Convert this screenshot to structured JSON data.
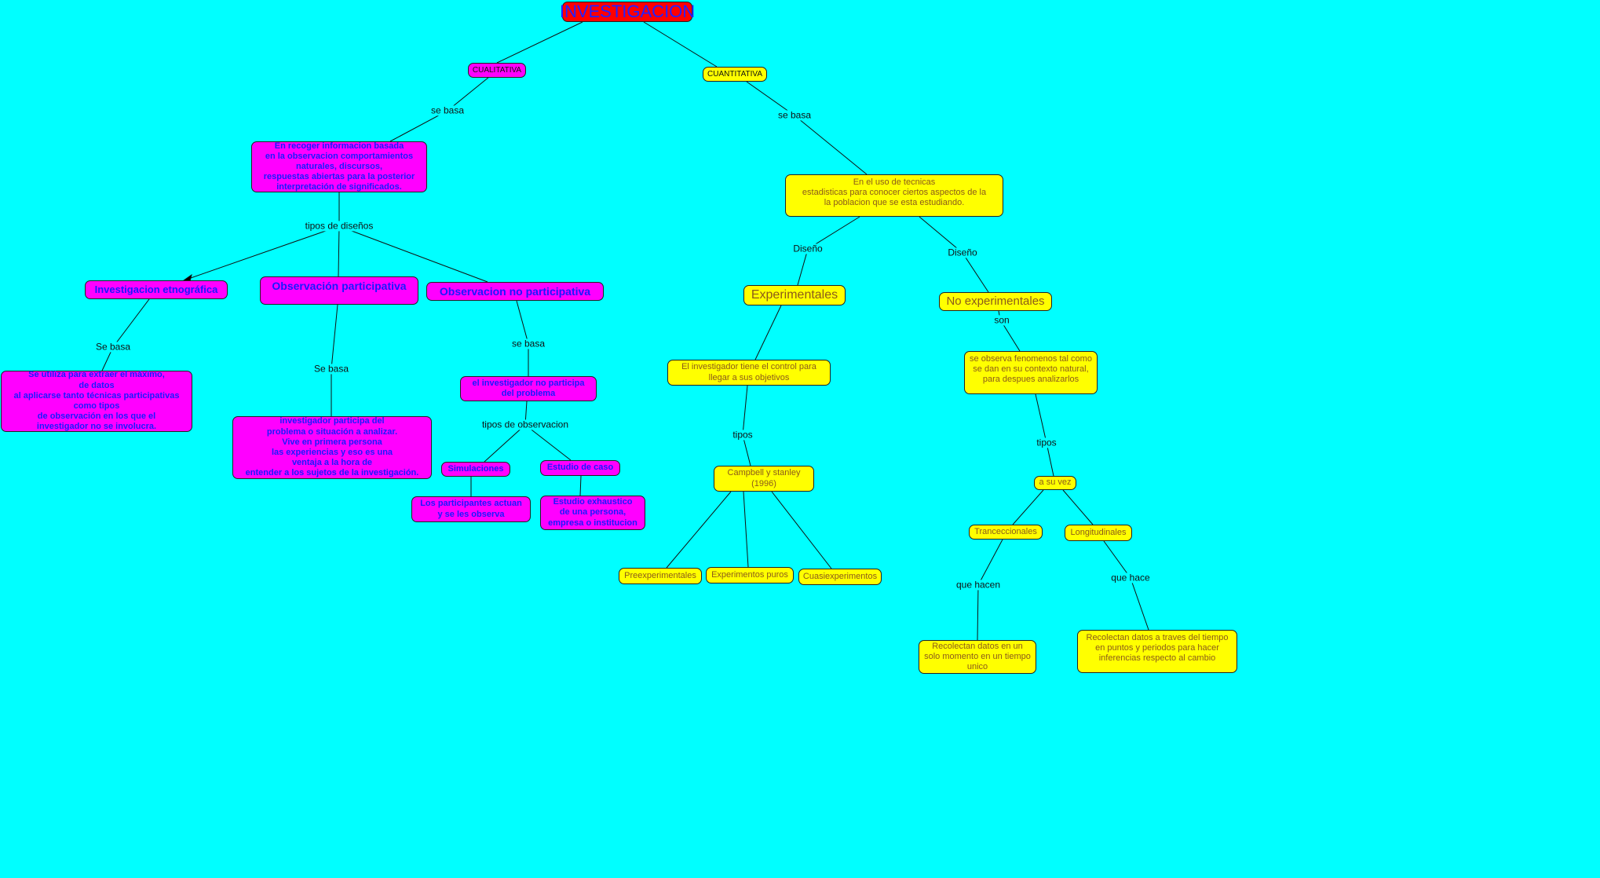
{
  "colors": {
    "background": "#00ffff",
    "root": "#ff0000",
    "qualitative": "#ff00ff",
    "quantitative": "#ffff00",
    "qualitative_text": "#1a1aff",
    "quantitative_text": "#8b5a1a"
  },
  "nodes": {
    "root": "INVESTIGACION",
    "cualitativa": "CUALITATIVA",
    "cuantitativa": "CUANTITATIVA",
    "cual_desc": "En recoger informacion basada\nen la observacion comportamientos\nnaturales, discursos,\nrespuestas abiertas para la posterior\ninterpretación de significados.",
    "etnografica": "Investigacion etnográfica",
    "obs_part": "Observación participativa",
    "obs_nopart": "Observacion no participativa",
    "etno_desc": "Se utiliza para extraer el máximo,\nde datos\nal aplicarse tanto técnicas participativas\ncomo tipos\nde observación en los que el\ninvestigador no se involucra.",
    "part_desc": "investigador participa del\nproblema o situación a analizar.\nVive en primera persona\nlas experiencias y eso es una\nventaja a la hora de\nentender a los sujetos de la investigación.",
    "nopart_desc": "el investigador no participa\ndel problema",
    "simulaciones": "Simulaciones",
    "estudio_caso": "Estudio de caso",
    "sim_desc": "Los participantes actuan\ny se les observa",
    "caso_desc": "Estudio exhaustico\nde una persona,\nempresa o institucion",
    "cuant_desc": "En el uso de tecnicas\nestadisticas para conocer ciertos aspectos de la\nla poblacion que se esta estudiando.",
    "experimentales": "Experimentales",
    "no_experimentales": "No experimentales",
    "exp_desc": "El investigador tiene el control para\nllegar a sus objetivos",
    "noexp_desc": "se observa fenomenos tal como\nse dan en su contexto natural,\npara despues analizarlos",
    "campbell": "Campbell y stanley\n(1996)",
    "preexp": "Preexperimentales",
    "puros": "Experimentos puros",
    "cuasi": "Cuasiexperimentos",
    "a_su_vez": "a su vez",
    "trans": "Tranceccionales",
    "longi": "Longitudinales",
    "trans_desc": "Recolectan datos en un\nsolo momento en un tiempo\nunico",
    "longi_desc": "Recolectan datos a traves del tiempo\nen puntos y periodos para hacer\ninferencias respecto al cambio"
  },
  "links": {
    "se_basa_1": "se basa",
    "se_basa_2": "se basa",
    "tipos_disenos": "tipos de diseños",
    "se_basa_3": "Se basa",
    "se_basa_4": "Se basa",
    "se_basa_5": "se basa",
    "tipos_obs": "tipos de observacion",
    "diseno_1": "Diseño",
    "diseno_2": "Diseño",
    "son": "son",
    "tipos_1": "tipos",
    "tipos_2": "tipos",
    "que_hacen": "que hacen",
    "que_hace": "que hace"
  }
}
